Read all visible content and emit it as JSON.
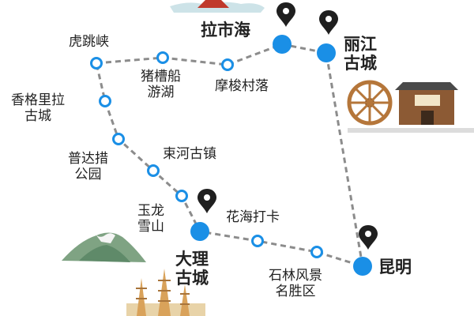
{
  "colors": {
    "route": "#8c8c8c",
    "major_stop": "#1a8fe6",
    "minor_stop_stroke": "#1a8fe6",
    "minor_stop_fill": "#ffffff",
    "pin": "#1f1f1f",
    "mountain": "#7fa383",
    "pagoda": "#d9a25a"
  },
  "stops": {
    "lashihai": "拉市海",
    "lijiang": "丽江\n古城",
    "hutiaoxia": "虎跳峡",
    "zhucaochuan": "猪槽船\n游湖",
    "mosuo": "摩梭村落",
    "shangrila": "香格里拉\n古城",
    "pudacuo": "普达措\n公园",
    "shuhe": "束河古镇",
    "yulong": "玉龙\n雪山",
    "huahai": "花海打卡",
    "dali": "大理\n古城",
    "kunming": "昆明",
    "shilin": "石林风景\n名胜区"
  },
  "icons": {
    "pin": "map-pin-icon",
    "mountain": "mountain-illustration",
    "pagoda": "pagoda-illustration",
    "waterwheel": "waterwheel-illustration"
  }
}
